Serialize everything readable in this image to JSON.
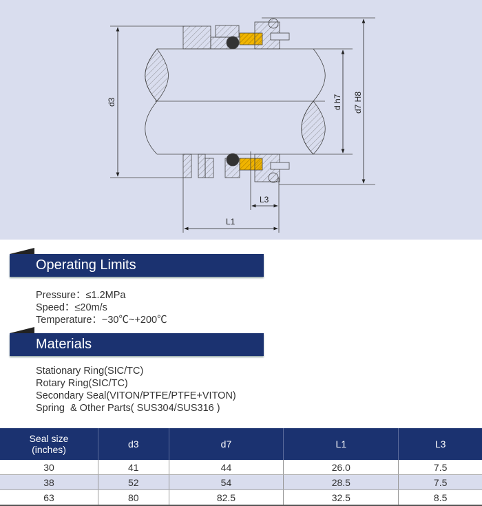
{
  "drawing": {
    "labels": {
      "d3": "d3",
      "dh7": "d h7",
      "d7h8": "d7 H8",
      "l1": "L1",
      "l3": "L3"
    },
    "colors": {
      "background": "#d9ddee",
      "seal_face": "#f0b400",
      "oring": "#333333"
    }
  },
  "operating_limits": {
    "title": "Operating Limits",
    "items": [
      "Pressure：≤1.2MPa",
      "Speed：≤20m/s",
      "Temperature：−30℃~+200℃"
    ]
  },
  "materials": {
    "title": "Materials",
    "items": [
      "Stationary Ring(SIC/TC)",
      "Rotary Ring(SIC/TC)",
      "Secondary Seal(VITON/PTFE/PTFE+VITON)",
      "Spring  & Other Parts( SUS304/SUS316 )"
    ]
  },
  "table": {
    "headers": [
      "Seal size\n(inches)",
      "d3",
      "d7",
      "L1",
      "L3"
    ],
    "rows": [
      [
        "30",
        "41",
        "44",
        "26.0",
        "7.5"
      ],
      [
        "38",
        "52",
        "54",
        "28.5",
        "7.5"
      ],
      [
        "63",
        "80",
        "82.5",
        "32.5",
        "8.5"
      ]
    ]
  }
}
